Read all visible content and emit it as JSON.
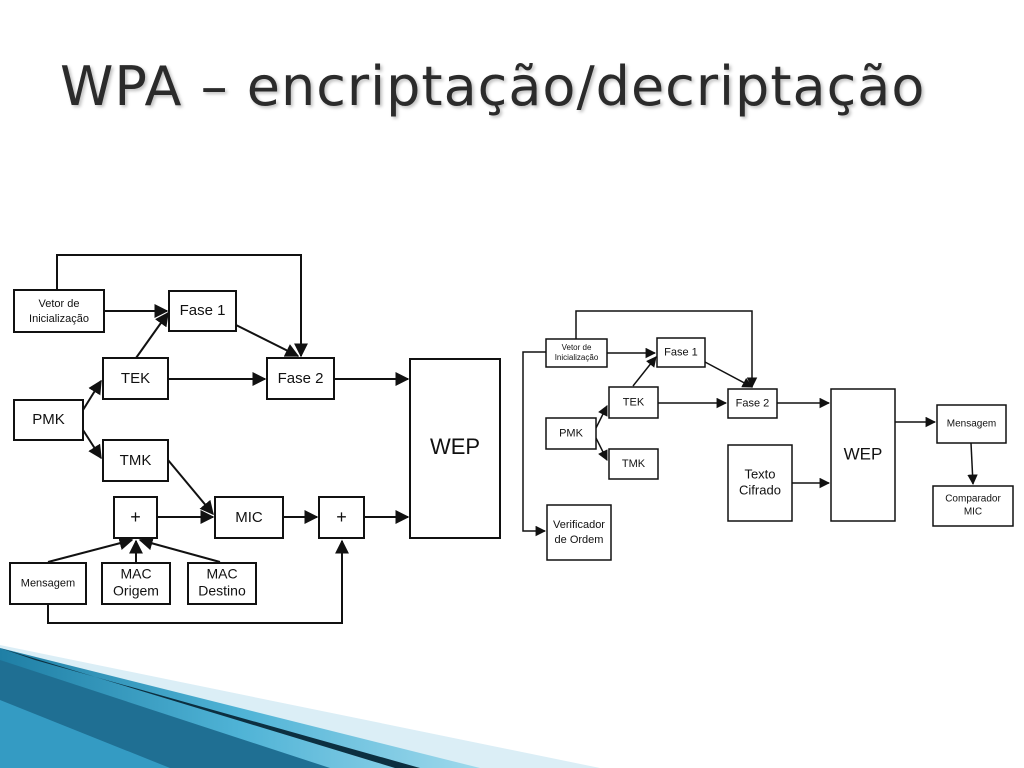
{
  "title": "WPA – encriptação/decriptação",
  "encryption": {
    "vetor_line1": "Vetor de",
    "vetor_line2": "Inicialização",
    "fase1": "Fase 1",
    "fase2": "Fase 2",
    "pmk": "PMK",
    "tek": "TEK",
    "tmk": "TMK",
    "wep": "WEP",
    "plus1": "+",
    "plus2": "+",
    "mic": "MIC",
    "mensagem": "Mensagem",
    "mac_origem_line1": "MAC",
    "mac_origem_line2": "Origem",
    "mac_destino_line1": "MAC",
    "mac_destino_line2": "Destino"
  },
  "decryption": {
    "vetor_line1": "Vetor de",
    "vetor_line2": "Inicialização",
    "fase1": "Fase 1",
    "fase2": "Fase 2",
    "tek": "TEK",
    "pmk": "PMK",
    "tmk": "TMK",
    "wep": "WEP",
    "texto_line1": "Texto",
    "texto_line2": "Cifrado",
    "mensagem": "Mensagem",
    "comparador_line1": "Comparador",
    "comparador_line2": "MIC",
    "verificador_line1": "Verificador",
    "verificador_line2": "de Ordem"
  },
  "colors": {
    "deco_dark": "#0c3c52",
    "deco_mid": "#2b8fb5",
    "deco_light": "#7fcbe3",
    "deco_pale": "#dbeef6"
  }
}
